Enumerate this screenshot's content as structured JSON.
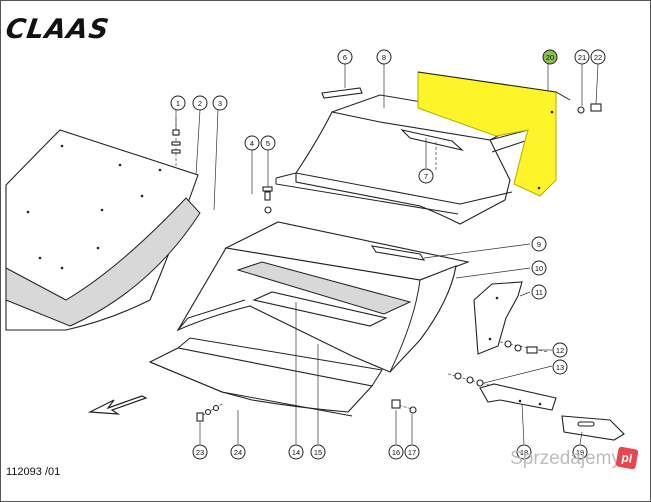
{
  "header": {
    "brand": "CLAAS"
  },
  "footer": {
    "drawing_number": "112093 /01"
  },
  "watermark": {
    "text": "Sprzedajemy",
    "badge": "pl"
  },
  "highlight_color": "#fdf42a",
  "callouts": [
    {
      "id": "c1",
      "label": "1"
    },
    {
      "id": "c2",
      "label": "2"
    },
    {
      "id": "c3",
      "label": "3"
    },
    {
      "id": "c4",
      "label": "4"
    },
    {
      "id": "c5",
      "label": "5"
    },
    {
      "id": "c6",
      "label": "6"
    },
    {
      "id": "c7",
      "label": "7"
    },
    {
      "id": "c8",
      "label": "8"
    },
    {
      "id": "c9",
      "label": "9"
    },
    {
      "id": "c10",
      "label": "10"
    },
    {
      "id": "c11",
      "label": "11"
    },
    {
      "id": "c12",
      "label": "12"
    },
    {
      "id": "c13",
      "label": "13"
    },
    {
      "id": "c14",
      "label": "14"
    },
    {
      "id": "c15",
      "label": "15"
    },
    {
      "id": "c16",
      "label": "16"
    },
    {
      "id": "c17",
      "label": "17"
    },
    {
      "id": "c18",
      "label": "18"
    },
    {
      "id": "c19",
      "label": "19"
    },
    {
      "id": "c20",
      "label": "20",
      "highlighted": true
    },
    {
      "id": "c21",
      "label": "21"
    },
    {
      "id": "c22",
      "label": "22"
    },
    {
      "id": "c23",
      "label": "23"
    },
    {
      "id": "c24",
      "label": "24"
    }
  ]
}
